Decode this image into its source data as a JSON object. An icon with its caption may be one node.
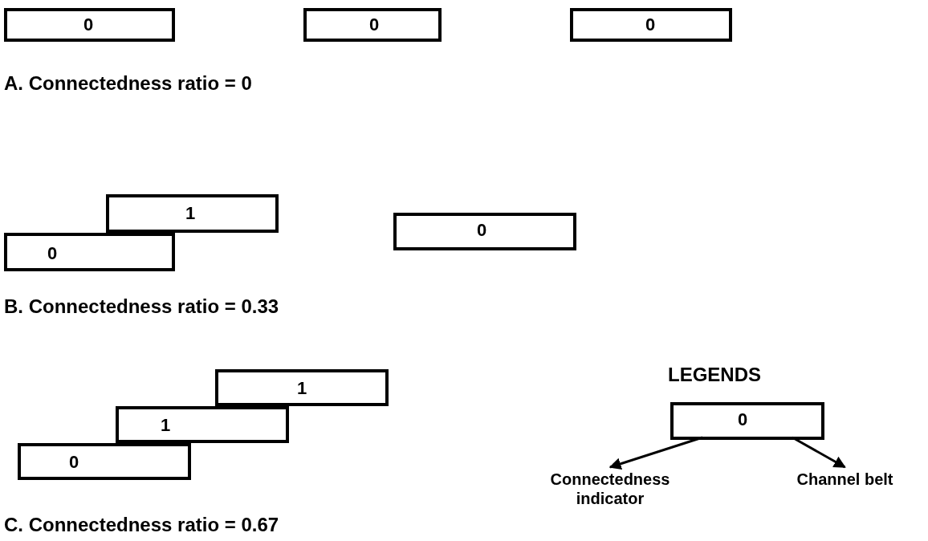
{
  "diagram": {
    "nodes": [
      {
        "text": [
          "0"
        ]
      },
      {
        "text": [
          "0"
        ]
      },
      {
        "text": [
          "0"
        ]
      },
      {
        "text": [
          "0"
        ]
      },
      {
        "text": [
          "1"
        ]
      },
      {
        "text": [
          "0"
        ]
      },
      {
        "text": [
          "0"
        ]
      },
      {
        "text": [
          "1"
        ]
      },
      {
        "text": [
          "1"
        ]
      },
      {
        "text": [
          "0"
        ]
      },
      {
        "text": [
          "Connectedness indicator"
        ]
      },
      {
        "text": [
          "Channel belt"
        ]
      }
    ],
    "edges": [
      {
        "from": 9,
        "to": 10,
        "arrow": "to"
      },
      {
        "from": 9,
        "to": 11,
        "arrow": "to"
      }
    ],
    "labels": [
      "A. Connectedness ratio = 0",
      "B. Connectedness ratio = 0.33",
      "LEGENDS",
      "C. Connectedness ratio = 0.67"
    ]
  }
}
